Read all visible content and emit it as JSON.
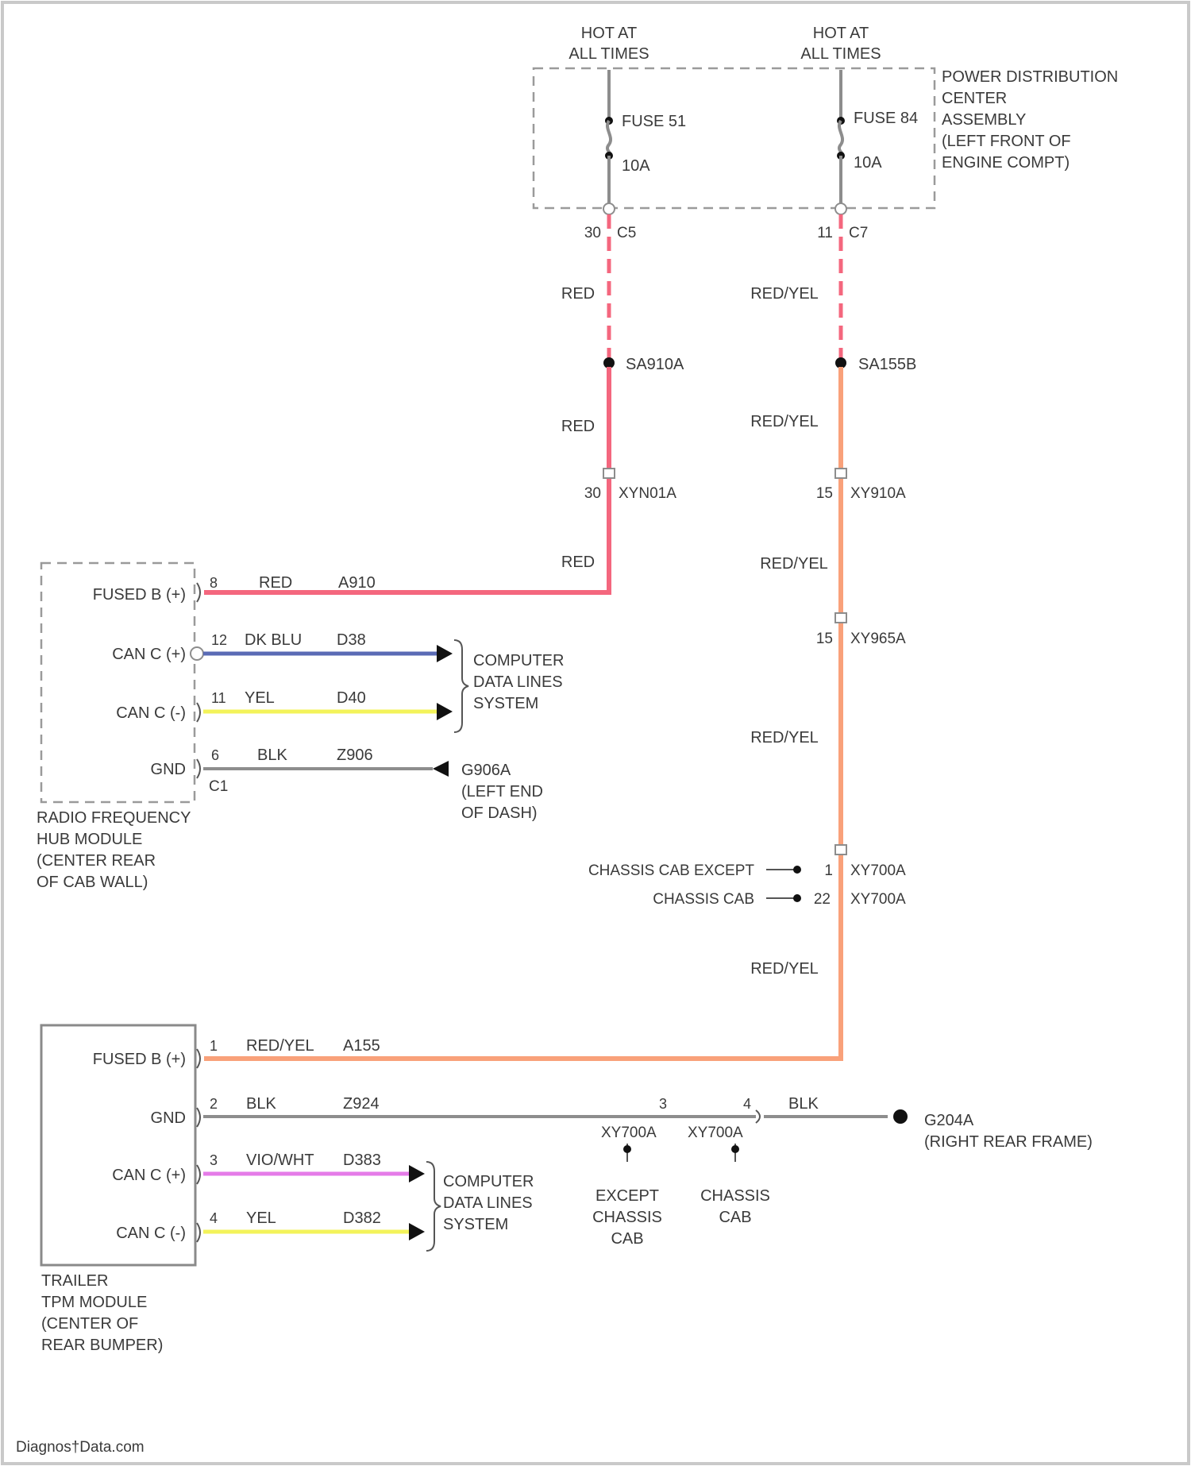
{
  "frame_color": "#c9c9c9",
  "wire_colors": {
    "red": "#f4677e",
    "red_yel": "#f9a17a",
    "dk_blu": "#5a6bb5",
    "yel": "#f3f35a",
    "vio_wht": "#e57be8",
    "blk": "#8d8d8d"
  },
  "power": {
    "hot_left": [
      "HOT AT",
      "ALL TIMES"
    ],
    "hot_right": [
      "HOT AT",
      "ALL TIMES"
    ],
    "fuse_left": {
      "name": "FUSE 51",
      "rating": "10A"
    },
    "fuse_right": {
      "name": "FUSE 84",
      "rating": "10A"
    },
    "pdc_lines": [
      "POWER DISTRIBUTION",
      "CENTER",
      "ASSEMBLY",
      "(LEFT FRONT OF",
      "ENGINE COMPT)"
    ],
    "pin_left": "30",
    "conn_left": "C5",
    "pin_right": "11",
    "conn_right": "C7"
  },
  "left_path": {
    "wire_color_1": "RED",
    "splice": "SA910A",
    "wire_color_2": "RED",
    "pin": "30",
    "conn": "XYN01A",
    "wire_color_3": "RED"
  },
  "right_path": {
    "wire_color_1": "RED/YEL",
    "splice": "SA155B",
    "wire_color_2": "RED/YEL",
    "pin1": "15",
    "conn1": "XY910A",
    "wire_color_3": "RED/YEL",
    "pin2": "15",
    "conn2": "XY965A",
    "wire_color_4": "RED/YEL",
    "chassis_except_label": "CHASSIS CAB EXCEPT",
    "chassis_except_pin": "1",
    "chassis_except_conn": "XY700A",
    "chassis_label": "CHASSIS CAB",
    "chassis_pin": "22",
    "chassis_conn": "XY700A",
    "wire_color_5": "RED/YEL"
  },
  "rf_hub": {
    "name_lines": [
      "RADIO FREQUENCY",
      "HUB MODULE",
      "(CENTER REAR",
      "OF CAB WALL)"
    ],
    "connector": "C1",
    "pins": [
      {
        "label": "FUSED B (+)",
        "pin": "8",
        "color": "RED",
        "circuit": "A910"
      },
      {
        "label": "CAN C (+)",
        "pin": "12",
        "color": "DK BLU",
        "circuit": "D38"
      },
      {
        "label": "CAN C (-)",
        "pin": "11",
        "color": "YEL",
        "circuit": "D40"
      },
      {
        "label": "GND",
        "pin": "6",
        "color": "BLK",
        "circuit": "Z906"
      }
    ],
    "data_lines": [
      "COMPUTER",
      "DATA LINES",
      "SYSTEM"
    ],
    "ground": [
      "G906A",
      "(LEFT END",
      "OF DASH)"
    ]
  },
  "trailer": {
    "name_lines": [
      "TRAILER",
      "TPM MODULE",
      "(CENTER OF",
      "REAR BUMPER)"
    ],
    "pins": [
      {
        "label": "FUSED B (+)",
        "pin": "1",
        "color": "RED/YEL",
        "circuit": "A155"
      },
      {
        "label": "GND",
        "pin": "2",
        "color": "BLK",
        "circuit": "Z924"
      },
      {
        "label": "CAN C (+)",
        "pin": "3",
        "color": "VIO/WHT",
        "circuit": "D383"
      },
      {
        "label": "CAN C (-)",
        "pin": "4",
        "color": "YEL",
        "circuit": "D382"
      }
    ],
    "data_lines": [
      "COMPUTER",
      "DATA LINES",
      "SYSTEM"
    ],
    "gnd_pin_except": "3",
    "gnd_conn_except": "XY700A",
    "gnd_pin_chassis": "4",
    "gnd_conn_chassis": "XY700A",
    "gnd_wire_color": "BLK",
    "except_lines": [
      "EXCEPT",
      "CHASSIS",
      "CAB"
    ],
    "chassis_lines": [
      "CHASSIS",
      "CAB"
    ],
    "ground": [
      "G204A",
      "(RIGHT REAR FRAME)"
    ]
  },
  "watermark": "Diagnos†Data.com"
}
